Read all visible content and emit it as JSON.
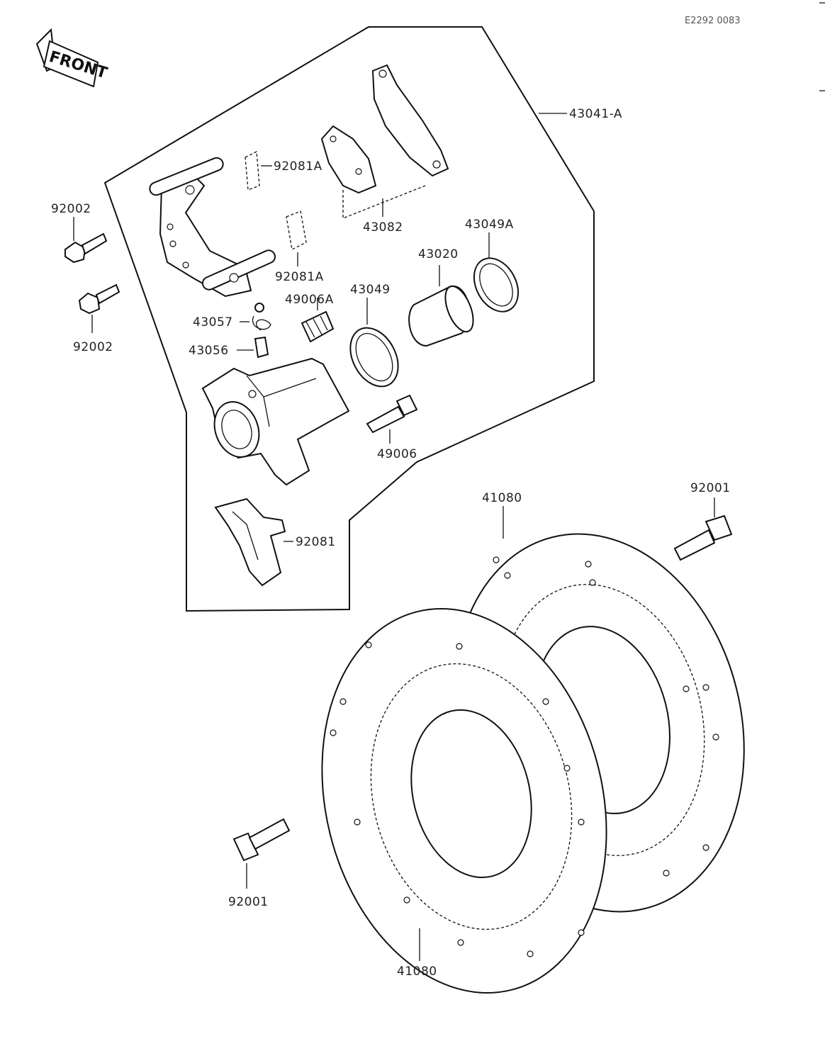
{
  "diagram_code": "E2292 0083",
  "front_badge": "FRONT",
  "labels": {
    "caliper_assembly": "43041-A",
    "pin_clip_top": "92081A",
    "pad_set": "43082",
    "seal_a": "43049A",
    "bolt_upper": "92002",
    "piston": "43020",
    "pin_clip_mid": "92081A",
    "dust_seal": "43049",
    "boot": "49006A",
    "bolt_lower": "92002",
    "spring": "43057",
    "bleed_valve": "43056",
    "pin_bolt": "49006",
    "retainer": "92081",
    "disc_rear": "41080",
    "disc_bolt_right": "92001",
    "disc_bolt_left": "92001",
    "disc_front": "41080"
  }
}
